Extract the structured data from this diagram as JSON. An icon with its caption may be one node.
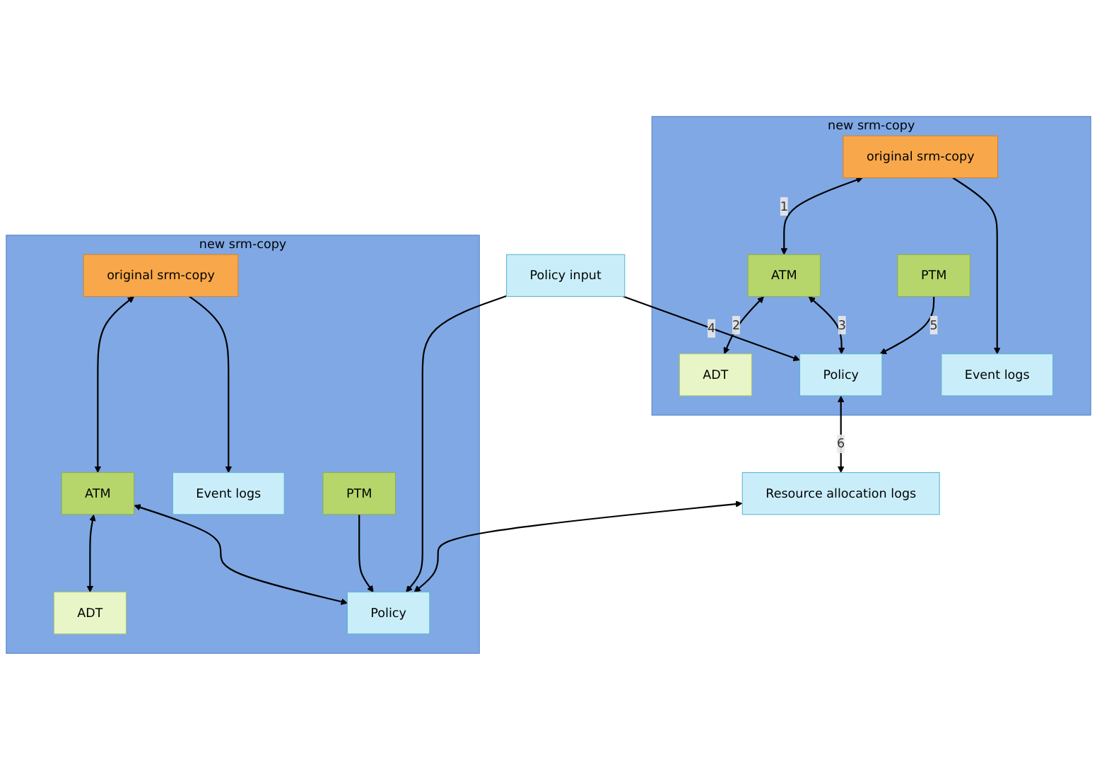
{
  "diagram": {
    "nodes": [
      {
        "text": [
          "new srm-copy"
        ]
      },
      {
        "text": [
          "original srm-copy"
        ],
        "in": 0
      },
      {
        "text": [
          "ATM"
        ],
        "in": 0
      },
      {
        "text": [
          "ADT"
        ],
        "in": 0
      },
      {
        "text": [
          "Event logs"
        ],
        "in": 0
      },
      {
        "text": [
          "PTM"
        ],
        "in": 0
      },
      {
        "text": [
          "Policy"
        ],
        "in": 0
      },
      {
        "text": [
          "Policy input"
        ]
      },
      {
        "text": [
          "Resource allocation logs"
        ]
      },
      {
        "text": [
          "new srm-copy"
        ]
      },
      {
        "text": [
          "original srm-copy"
        ],
        "in": 9
      },
      {
        "text": [
          "ATM"
        ],
        "in": 9
      },
      {
        "text": [
          "ADT"
        ],
        "in": 9
      },
      {
        "text": [
          "Event logs"
        ],
        "in": 9
      },
      {
        "text": [
          "PTM"
        ],
        "in": 9
      },
      {
        "text": [
          "Policy"
        ],
        "in": 9
      }
    ],
    "edges": [
      {
        "from": 1,
        "to": 2,
        "arrow": "both",
        "label": "1"
      },
      {
        "from": 2,
        "to": 3,
        "arrow": "both",
        "label": "2"
      },
      {
        "from": 2,
        "to": 6,
        "arrow": "both",
        "label": "3"
      },
      {
        "from": 7,
        "to": 6,
        "arrow": "to",
        "label": "4"
      },
      {
        "from": 5,
        "to": 6,
        "arrow": "to",
        "label": "5"
      },
      {
        "from": 6,
        "to": 8,
        "arrow": "both",
        "label": "6"
      },
      {
        "from": 1,
        "to": 4,
        "arrow": "to"
      },
      {
        "from": 10,
        "to": 11,
        "arrow": "both"
      },
      {
        "from": 11,
        "to": 12,
        "arrow": "both"
      },
      {
        "from": 11,
        "to": 15,
        "arrow": "both"
      },
      {
        "from": 10,
        "to": 13,
        "arrow": "to"
      },
      {
        "from": 14,
        "to": 15,
        "arrow": "to"
      },
      {
        "from": 8,
        "to": 15,
        "arrow": "both"
      },
      {
        "from": 7,
        "to": 15,
        "arrow": "to"
      }
    ]
  }
}
